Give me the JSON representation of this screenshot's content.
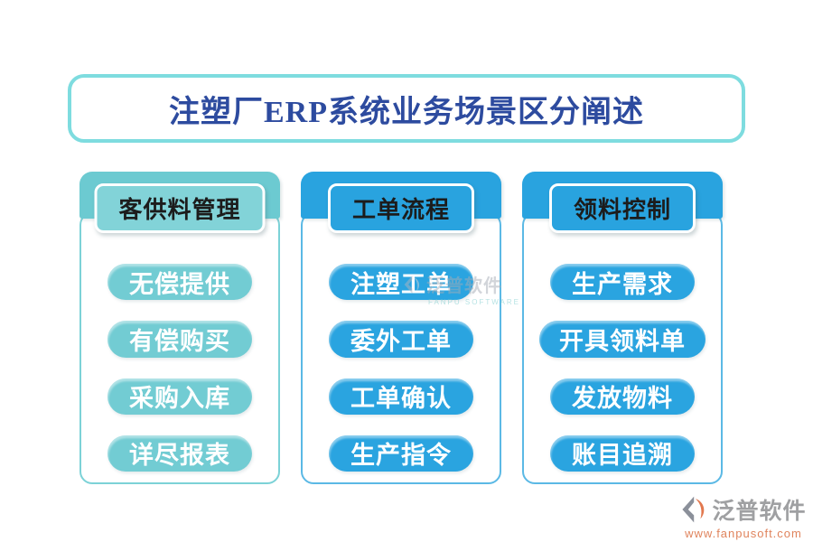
{
  "title": {
    "text": "注塑厂ERP系统业务场景区分阐述"
  },
  "columns": [
    {
      "header": "客供料管理",
      "theme": "teal",
      "items": [
        "无偿提供",
        "有偿购买",
        "采购入库",
        "详尽报表"
      ]
    },
    {
      "header": "工单流程",
      "theme": "blue",
      "items": [
        "注塑工单",
        "委外工单",
        "工单确认",
        "生产指令"
      ]
    },
    {
      "header": "领料控制",
      "theme": "blue",
      "items": [
        "生产需求",
        "开具领料单",
        "发放物料",
        "账目追溯"
      ]
    }
  ],
  "watermark": {
    "brand": "泛普软件",
    "subtitle": "FANPU SOFTWARE"
  },
  "footer": {
    "brand": "泛普软件",
    "url": "www.fanpusoft.com"
  },
  "colors": {
    "teal_band": "#6ccad1",
    "teal_pill": "#72ccd3",
    "blue_band": "#29a3df",
    "title_border": "#7edcdf",
    "title_text": "#2d4b9f",
    "brand_gray": "#9fa0a2",
    "brand_orange": "#e2784e",
    "url_orange": "#e0845d"
  }
}
